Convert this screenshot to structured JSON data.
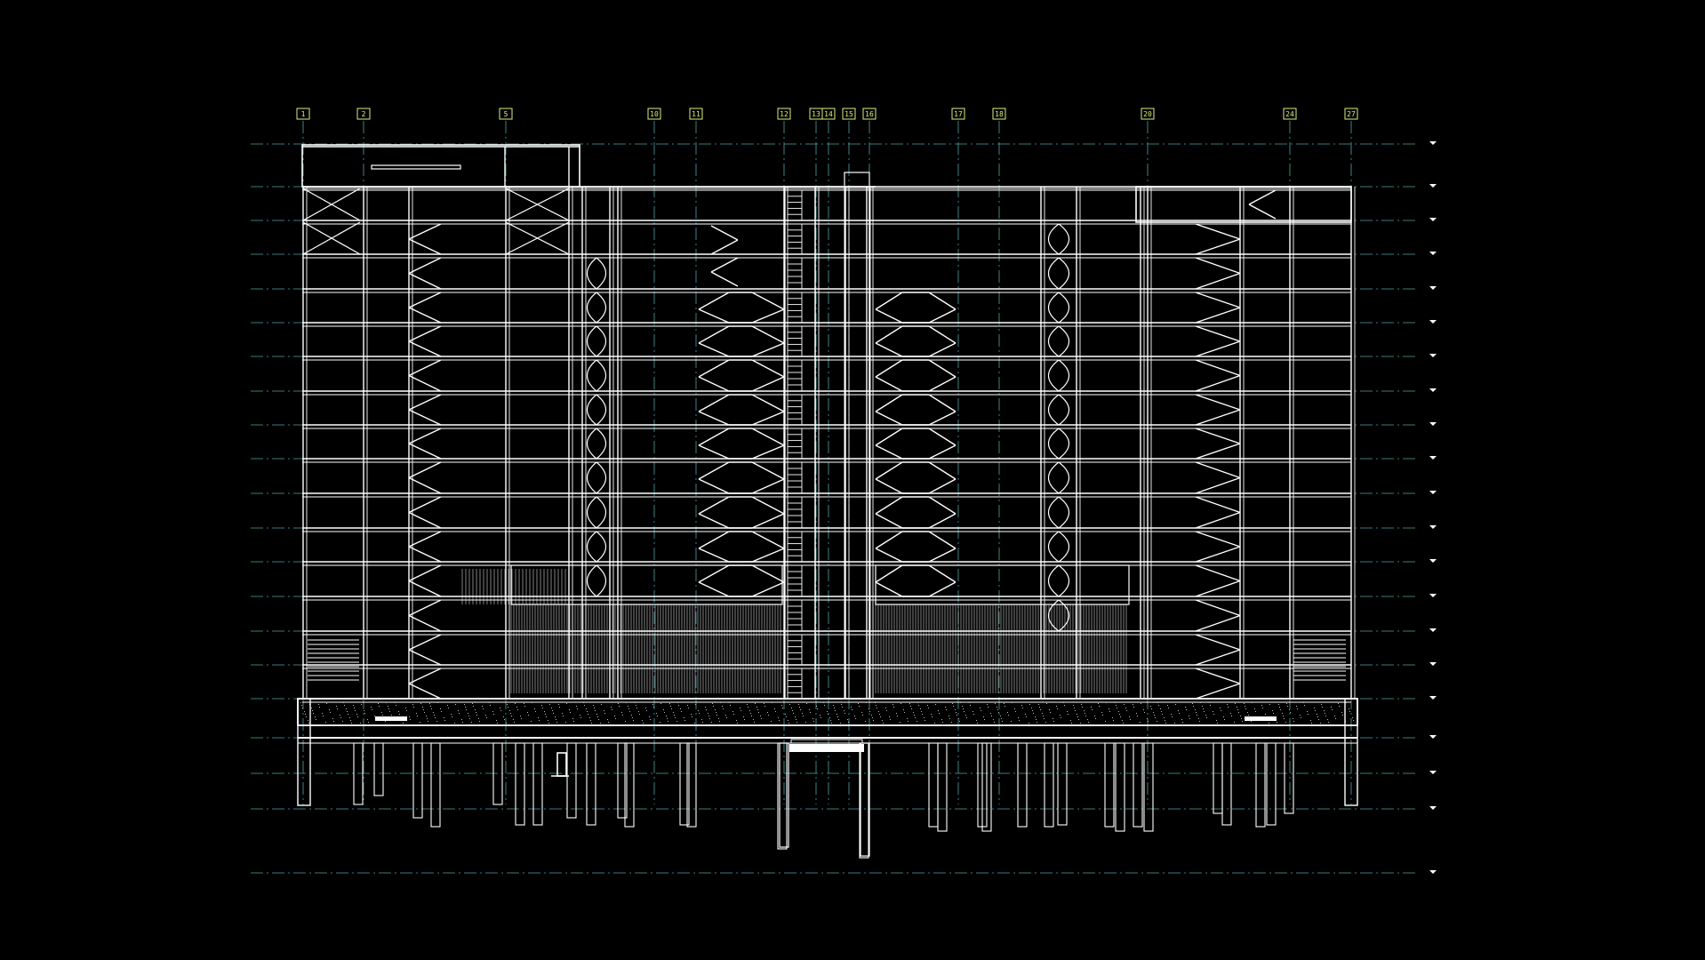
{
  "drawing": {
    "type": "building-section-elevation",
    "background": "#000000",
    "line_color": "#ffffff",
    "grid_line_color": "#4fa3a3",
    "bubble_color": "#d8f07a",
    "column_grid": {
      "labels": [
        "1",
        "2",
        "5",
        "10",
        "11",
        "12",
        "13",
        "14",
        "15",
        "16",
        "17",
        "18",
        "20",
        "24",
        "27"
      ]
    },
    "levels": {
      "labels": [
        "",
        "",
        "",
        "",
        "",
        "",
        "",
        "",
        "",
        "",
        "",
        "",
        "",
        "",
        "",
        "",
        "",
        "",
        "",
        "",
        ""
      ]
    },
    "stories_above_ground": 16,
    "basement_levels": 1
  }
}
